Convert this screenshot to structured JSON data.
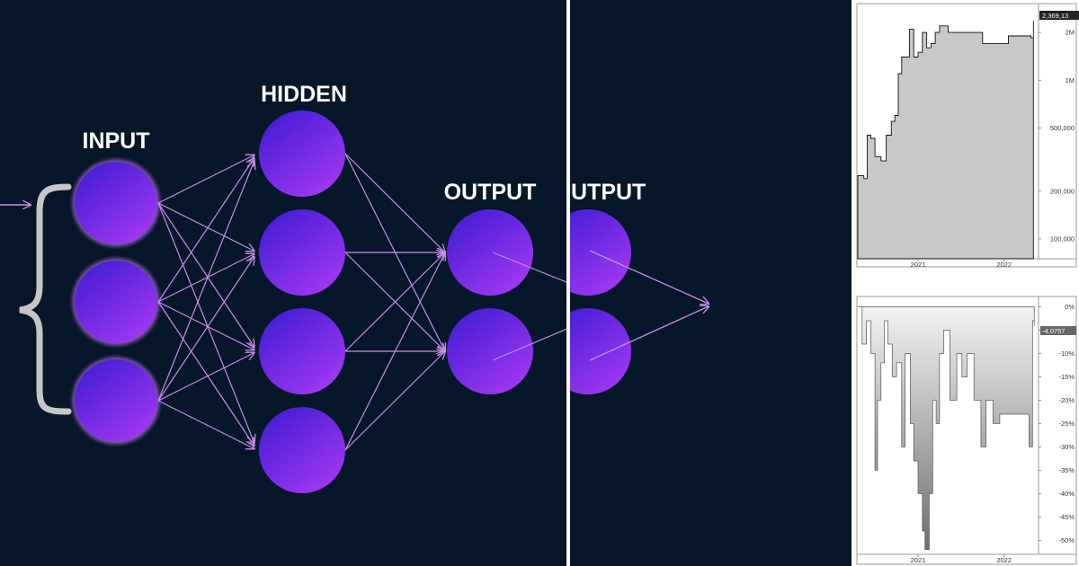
{
  "colors": {
    "background": "#061729",
    "node_dark": "#4a1fd6",
    "node_light": "#a338f2",
    "input_glow": "#f4c8ff",
    "connection": "#c88de6",
    "brace": "#c6c6c6",
    "chart_fill": "#c8c8c8",
    "label": "#ffffff"
  },
  "diagram": {
    "layers": [
      {
        "id": "input",
        "label": "INPUT",
        "nodes": 3
      },
      {
        "id": "hidden",
        "label": "HIDDEN",
        "nodes": 4
      },
      {
        "id": "output",
        "label": "OUTPUT",
        "nodes": 2
      }
    ],
    "crop_label": "UTPUT"
  },
  "chart_data": [
    {
      "type": "area",
      "scale": "log",
      "x_tick_labels": [
        "2021",
        "2022"
      ],
      "y_tick_labels": [
        "2M",
        "1M",
        "500,000",
        "200,000",
        "100,000"
      ],
      "y_ticks": [
        2000000,
        1000000,
        500000,
        200000,
        100000
      ],
      "last_value_label": "2,369,13",
      "x_range": [
        2020.35,
        2022.45
      ],
      "y_range": [
        75000,
        3000000
      ],
      "grid": false,
      "points": [
        [
          2020.35,
          250000
        ],
        [
          2020.42,
          240000
        ],
        [
          2020.46,
          450000
        ],
        [
          2020.5,
          430000
        ],
        [
          2020.55,
          330000
        ],
        [
          2020.62,
          310000
        ],
        [
          2020.68,
          450000
        ],
        [
          2020.74,
          550000
        ],
        [
          2020.78,
          600000
        ],
        [
          2020.82,
          1100000
        ],
        [
          2020.86,
          1400000
        ],
        [
          2020.9,
          1400000
        ],
        [
          2020.95,
          2100000
        ],
        [
          2021.0,
          1400000
        ],
        [
          2021.05,
          1500000
        ],
        [
          2021.1,
          2000000
        ],
        [
          2021.15,
          1600000
        ],
        [
          2021.2,
          1700000
        ],
        [
          2021.25,
          2000000
        ],
        [
          2021.3,
          2200000
        ],
        [
          2021.4,
          2000000
        ],
        [
          2021.5,
          2000000
        ],
        [
          2021.6,
          2000000
        ],
        [
          2021.7,
          2000000
        ],
        [
          2021.8,
          1700000
        ],
        [
          2021.9,
          1700000
        ],
        [
          2022.0,
          1700000
        ],
        [
          2022.1,
          1900000
        ],
        [
          2022.2,
          1900000
        ],
        [
          2022.3,
          1900000
        ],
        [
          2022.36,
          1850000
        ],
        [
          2022.39,
          2369130
        ]
      ]
    },
    {
      "type": "area",
      "x_tick_labels": [
        "2021",
        "2022"
      ],
      "y_tick_labels": [
        "0%",
        "-5%",
        "-10%",
        "-15%",
        "-20%",
        "-25%",
        "-30%",
        "-35%",
        "-40%",
        "-45%",
        "-50%"
      ],
      "y_ticks": [
        0,
        -5,
        -10,
        -15,
        -20,
        -25,
        -30,
        -35,
        -40,
        -45,
        -50
      ],
      "last_value_label": "-4.0757",
      "x_range": [
        2020.35,
        2022.45
      ],
      "y_range": [
        -53,
        2
      ],
      "grid": false,
      "points": [
        [
          2020.35,
          0
        ],
        [
          2020.4,
          -8
        ],
        [
          2020.45,
          -3
        ],
        [
          2020.5,
          -10
        ],
        [
          2020.55,
          -35
        ],
        [
          2020.58,
          -20
        ],
        [
          2020.62,
          -12
        ],
        [
          2020.66,
          -3
        ],
        [
          2020.7,
          -8
        ],
        [
          2020.75,
          -15
        ],
        [
          2020.8,
          -12
        ],
        [
          2020.86,
          -30
        ],
        [
          2020.9,
          -10
        ],
        [
          2020.96,
          -25
        ],
        [
          2021.0,
          -33
        ],
        [
          2021.05,
          -40
        ],
        [
          2021.1,
          -48
        ],
        [
          2021.13,
          -52
        ],
        [
          2021.18,
          -40
        ],
        [
          2021.22,
          -20
        ],
        [
          2021.26,
          -25
        ],
        [
          2021.3,
          -10
        ],
        [
          2021.35,
          -5
        ],
        [
          2021.42,
          -20
        ],
        [
          2021.5,
          -10
        ],
        [
          2021.56,
          -15
        ],
        [
          2021.62,
          -10
        ],
        [
          2021.7,
          -20
        ],
        [
          2021.78,
          -30
        ],
        [
          2021.84,
          -20
        ],
        [
          2021.92,
          -25
        ],
        [
          2022.0,
          -23
        ],
        [
          2022.1,
          -23
        ],
        [
          2022.2,
          -23
        ],
        [
          2022.3,
          -23
        ],
        [
          2022.34,
          -30
        ],
        [
          2022.38,
          -3
        ],
        [
          2022.4,
          -4.08
        ]
      ]
    }
  ]
}
